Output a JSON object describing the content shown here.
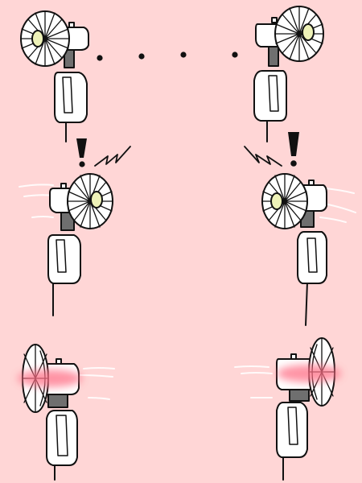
{
  "palette": {
    "background": "#ffd6d6",
    "line": "#111111",
    "fan_body": "#ffffff",
    "fan_hub": "#eef2b8",
    "shadow": "#6f6f6f",
    "blush": "#ff6f86"
  },
  "panels": [
    {
      "name": "fan-left-1",
      "direction": "right",
      "mood": "idle"
    },
    {
      "name": "fan-right-1",
      "direction": "left",
      "mood": "idle"
    },
    {
      "name": "fan-left-2",
      "direction": "right",
      "mood": "surprised"
    },
    {
      "name": "fan-right-2",
      "direction": "left",
      "mood": "surprised"
    },
    {
      "name": "fan-left-3",
      "direction": "side",
      "mood": "blushing"
    },
    {
      "name": "fan-right-3",
      "direction": "side",
      "mood": "blushing"
    }
  ],
  "icons": {
    "ellipsis": "dots-icon",
    "exclamation": "exclamation-icon",
    "surprise": "surprise-squiggle-icon",
    "wind": "wind-lines-icon",
    "blush": "blush-icon"
  }
}
